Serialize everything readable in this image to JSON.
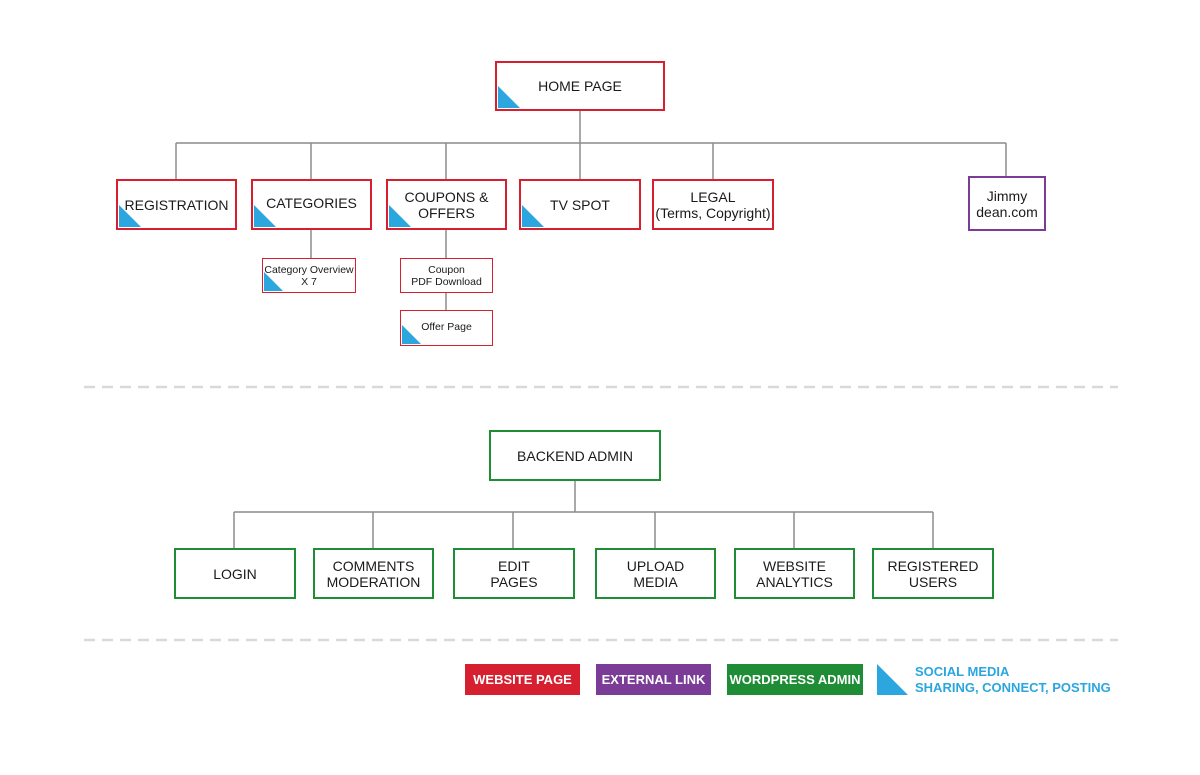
{
  "site_map": {
    "home": "HOME PAGE",
    "registration": "REGISTRATION",
    "categories": "CATEGORIES",
    "coupons": "COUPONS &\nOFFERS",
    "tv_spot": "TV SPOT",
    "legal": "LEGAL\n(Terms, Copyright)",
    "jimmy_dean": "Jimmy\ndean.com",
    "category_overview": "Category Overview\nX 7",
    "coupon_pdf": "Coupon\nPDF Download",
    "offer_page": "Offer Page"
  },
  "backend": {
    "admin": "BACKEND ADMIN",
    "login": "LOGIN",
    "comments": "COMMENTS\nMODERATION",
    "edit_pages": "EDIT\nPAGES",
    "upload_media": "UPLOAD\nMEDIA",
    "analytics": "WEBSITE\nANALYTICS",
    "registered_users": "REGISTERED\nUSERS"
  },
  "legend": {
    "website_page": "WEBSITE PAGE",
    "external_link": "EXTERNAL LINK",
    "wordpress_admin": "WORDPRESS ADMIN",
    "social_media": "SOCIAL MEDIA\nSHARING, CONNECT, POSTING"
  },
  "colors": {
    "website_page": "#d6202f",
    "external_link": "#7a3c96",
    "wordpress_admin": "#1f8c36",
    "social_media": "#2ba6de",
    "connector": "#8c8c8c",
    "divider": "#d9d9d9"
  }
}
